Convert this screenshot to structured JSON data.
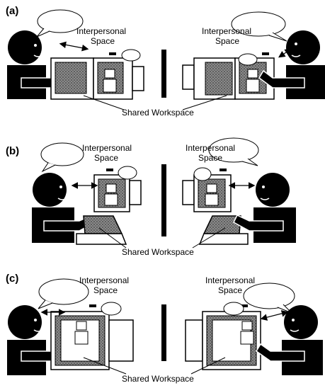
{
  "panels": [
    {
      "label": "(a)",
      "interpersonal_label_line1": "Interpersonal",
      "interpersonal_label_line2": "Space",
      "interpersonal_label_right_line1": "Interpersonal",
      "interpersonal_label_right_line2": "Space",
      "shared_label": "Shared Workspace"
    },
    {
      "label": "(b)",
      "interpersonal_label_line1": "Interpersonal",
      "interpersonal_label_line2": "Space",
      "interpersonal_label_right_line1": "Interpersonal",
      "interpersonal_label_right_line2": "Space",
      "shared_label": "Shared Workspace"
    },
    {
      "label": "(c)",
      "interpersonal_label_line1": "Interpersonal",
      "interpersonal_label_line2": "Space",
      "interpersonal_label_right_line1": "Interpersonal",
      "interpersonal_label_right_line2": "Space",
      "shared_label": "Shared Workspace"
    }
  ],
  "colors": {
    "ink": "#000000",
    "paper": "#ffffff",
    "screen": "#6f6f6f"
  }
}
